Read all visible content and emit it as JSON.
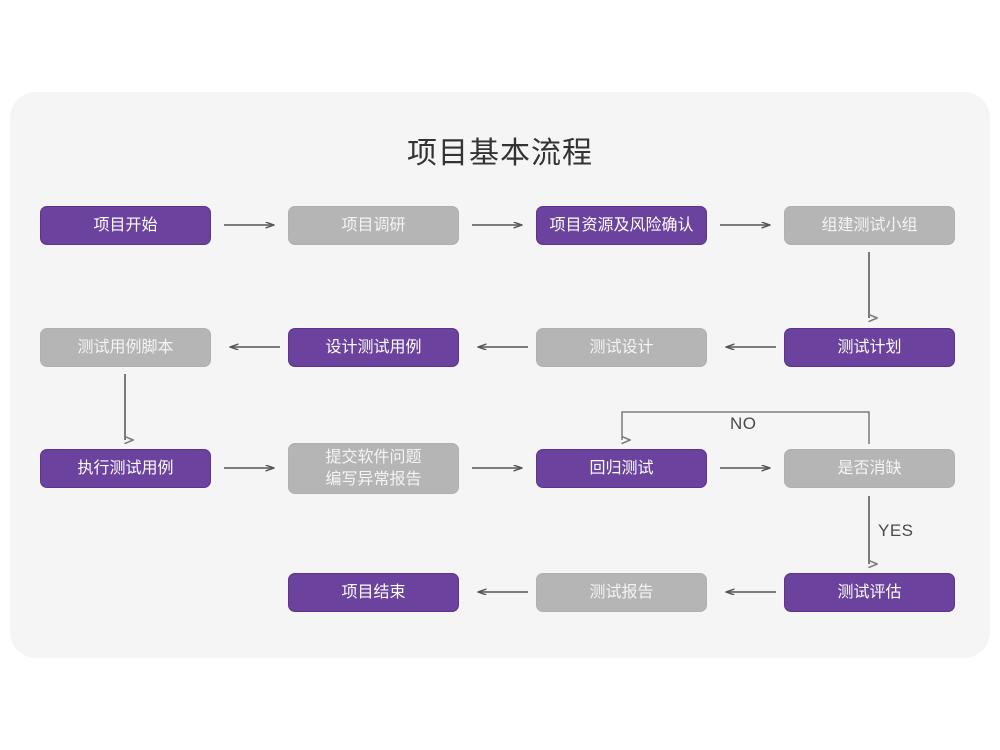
{
  "card": {
    "background_color": "#f5f5f5",
    "page_background_color": "#ffffff"
  },
  "title": "项目基本流程",
  "colors": {
    "purple": "#6b429e",
    "purple_border": "#5c3589",
    "gray": "#b5b5b5",
    "gray_text": "#f4f4f4",
    "arrow": "#555555",
    "title_text": "#333333"
  },
  "nodes": [
    {
      "id": "n1",
      "label": "项目开始",
      "style": "purple"
    },
    {
      "id": "n2",
      "label": "项目调研",
      "style": "gray"
    },
    {
      "id": "n3",
      "label": "项目资源及风险确认",
      "style": "purple"
    },
    {
      "id": "n4",
      "label": "组建测试小组",
      "style": "gray"
    },
    {
      "id": "n5",
      "label": "测试计划",
      "style": "purple"
    },
    {
      "id": "n6",
      "label": "测试设计",
      "style": "gray"
    },
    {
      "id": "n7",
      "label": "设计测试用例",
      "style": "purple"
    },
    {
      "id": "n8",
      "label": "测试用例脚本",
      "style": "gray"
    },
    {
      "id": "n9",
      "label": "执行测试用例",
      "style": "purple"
    },
    {
      "id": "n10",
      "label": "提交软件问题\n编写异常报告",
      "style": "gray"
    },
    {
      "id": "n11",
      "label": "回归测试",
      "style": "purple"
    },
    {
      "id": "n12",
      "label": "是否消缺",
      "style": "gray"
    },
    {
      "id": "n13",
      "label": "测试评估",
      "style": "purple"
    },
    {
      "id": "n14",
      "label": "测试报告",
      "style": "gray"
    },
    {
      "id": "n15",
      "label": "项目结束",
      "style": "purple"
    }
  ],
  "edge_labels": {
    "no": "NO",
    "yes": "YES"
  }
}
